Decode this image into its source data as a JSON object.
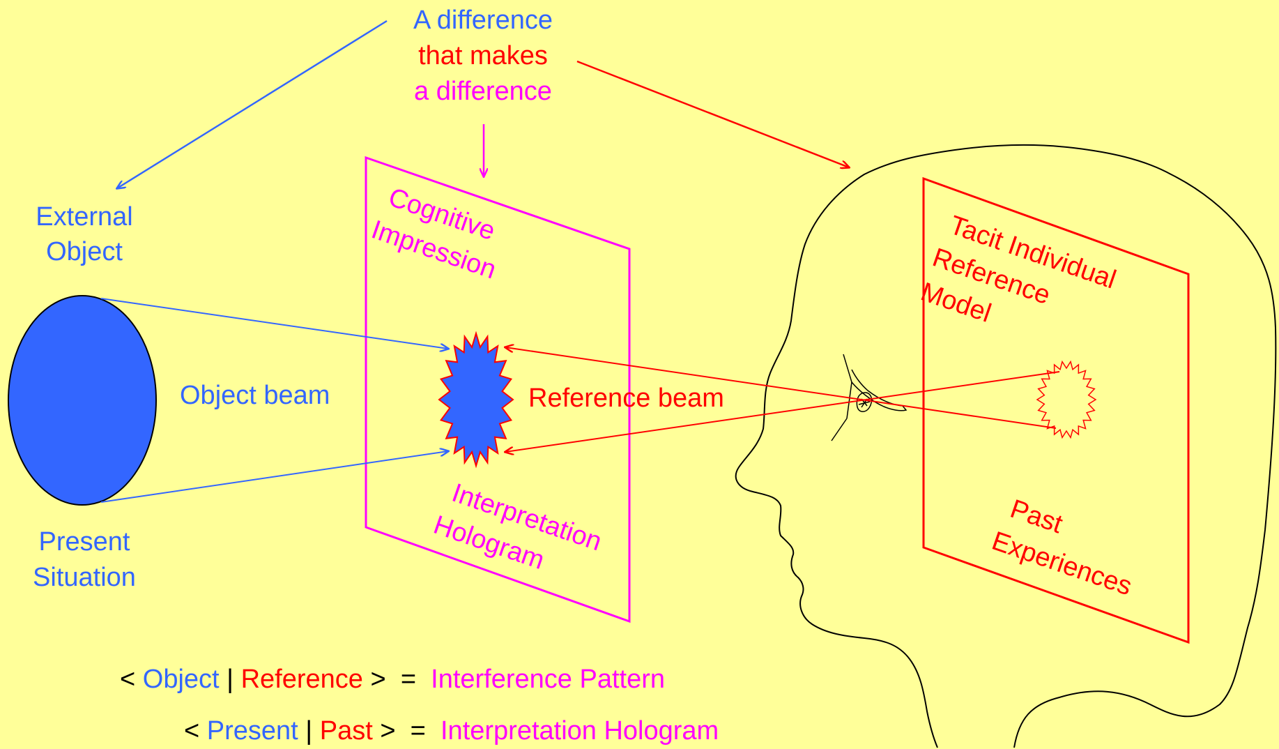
{
  "colors": {
    "background": "#FFFF99",
    "blue": "#3366FF",
    "red": "#FF0000",
    "magenta": "#FF00FF",
    "black": "#000000"
  },
  "title": {
    "line1": "A difference",
    "line2": "that makes",
    "line3": "a difference"
  },
  "external_object": {
    "line1": "External",
    "line2": "Object"
  },
  "present_situation": {
    "line1": "Present",
    "line2": "Situation"
  },
  "object_beam": "Object beam",
  "reference_beam": "Reference beam",
  "cognitive_impression": {
    "line1": "Cognitive",
    "line2": "Impression"
  },
  "interpretation_hologram": {
    "line1": "Interpretation",
    "line2": "Hologram"
  },
  "tacit_model": {
    "line1": "Tacit Individual",
    "line2": "Reference",
    "line3": "Model"
  },
  "past_experiences": {
    "line1": "Past",
    "line2": "Experiences"
  },
  "formula1": {
    "open": "<",
    "object": "Object",
    "sep": "|",
    "reference": "Reference",
    "close": ">",
    "equals": "=",
    "result": "Interference Pattern"
  },
  "formula2": {
    "open": "<",
    "present": "Present",
    "sep": "|",
    "past": "Past",
    "close": ">",
    "equals": "=",
    "result": "Interpretation Hologram"
  }
}
